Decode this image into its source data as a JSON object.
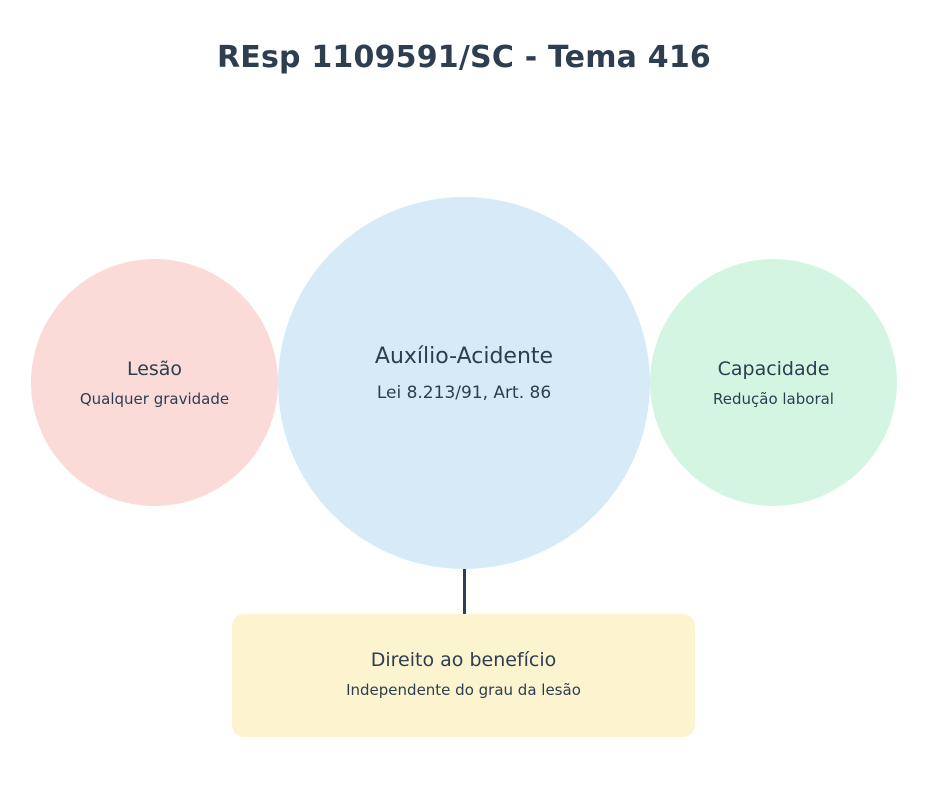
{
  "title": "REsp 1109591/SC - Tema 416",
  "nodes": {
    "center": {
      "title": "Auxílio-Acidente",
      "subtitle": "Lei 8.213/91, Art. 86",
      "color": "#d6eaf8"
    },
    "left": {
      "title": "Lesão",
      "subtitle": "Qualquer gravidade",
      "color": "#fadbd8"
    },
    "right": {
      "title": "Capacidade",
      "subtitle": "Redução laboral",
      "color": "#d5f5e3"
    },
    "bottom": {
      "title": "Direito ao benefício",
      "subtitle": "Independente do grau da lesão",
      "color": "#fcf3cf"
    }
  },
  "colors": {
    "text": "#2c3e50",
    "connector": "#2f3f52"
  }
}
